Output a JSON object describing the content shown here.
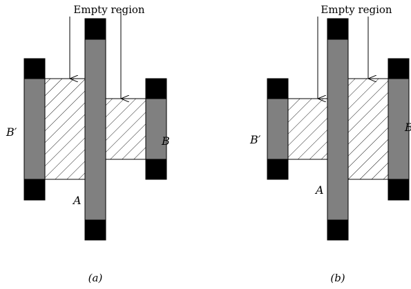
{
  "panels": [
    {
      "caption": "(a)",
      "annotation": "Empty region",
      "labels": {
        "left_block": "B′",
        "center_block": "A",
        "right_block": "B"
      }
    },
    {
      "caption": "(b)",
      "annotation": "Empty region",
      "labels": {
        "left_block": "B′",
        "center_block": "A",
        "right_block": "B"
      }
    }
  ],
  "colors": {
    "block_fill": "#808080",
    "cap_fill": "#000000",
    "hatch_stroke": "#000000",
    "background": "#ffffff"
  }
}
